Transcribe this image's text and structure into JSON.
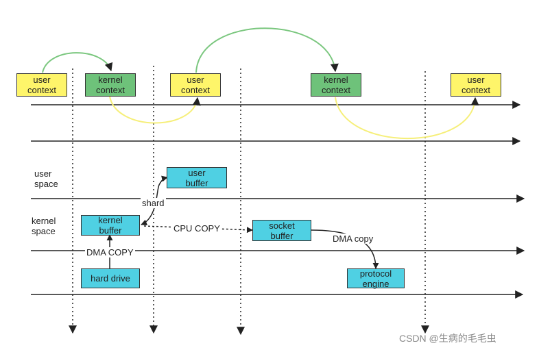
{
  "boxes": {
    "user_context_1": "user\ncontext",
    "kernel_context_1": "kernel\ncontext",
    "user_context_2": "user\ncontext",
    "kernel_context_2": "kernel\ncontext",
    "user_context_3": "user\ncontext",
    "user_buffer": "user\nbuffer",
    "kernel_buffer": "kernel\nbuffer",
    "socket_buffer": "socket\nbuffer",
    "hard_drive": "hard drive",
    "protocol_engine": "protocol\nengine"
  },
  "labels": {
    "user_space": "user\nspace",
    "kernel_space": "kernel\nspace",
    "shard": "shard",
    "cpu_copy": "CPU COPY",
    "dma_copy_upper": "DMA COPY",
    "dma_copy_lower": "DMA copy",
    "watermark": "CSDN @生病的毛毛虫"
  },
  "colors": {
    "user_context": "#fef56a",
    "kernel_context": "#6ec27a",
    "buffer": "#4fd0e3",
    "green_arc": "#7bc77f",
    "yellow_arc": "#f6ef7a",
    "line": "#222222"
  }
}
